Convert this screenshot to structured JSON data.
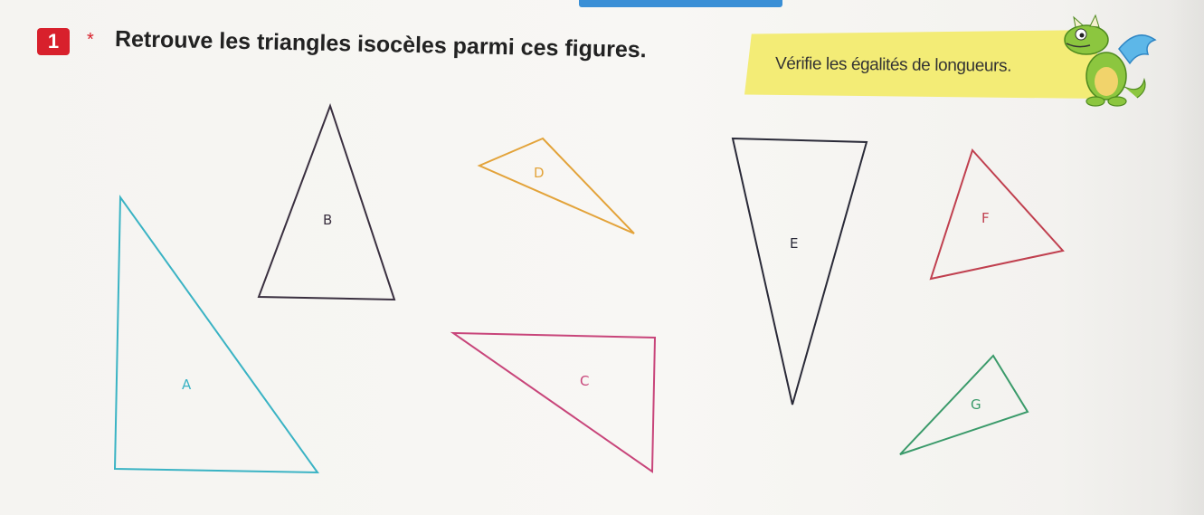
{
  "exercise": {
    "number": "1",
    "star": "*",
    "instruction": "Retrouve les triangles isocèles parmi ces figures."
  },
  "hint": {
    "text": "Vérifie les égalités de longueurs."
  },
  "figures": [
    {
      "label": "A",
      "color": "#3ab3c4"
    },
    {
      "label": "B",
      "color": "#3a3040"
    },
    {
      "label": "C",
      "color": "#c8457a"
    },
    {
      "label": "D",
      "color": "#e3a33a"
    },
    {
      "label": "E",
      "color": "#2a2a38"
    },
    {
      "label": "F",
      "color": "#c0404f"
    },
    {
      "label": "G",
      "color": "#3a9a6a"
    }
  ],
  "mascot": {
    "icon": "dragon-mascot-icon"
  }
}
